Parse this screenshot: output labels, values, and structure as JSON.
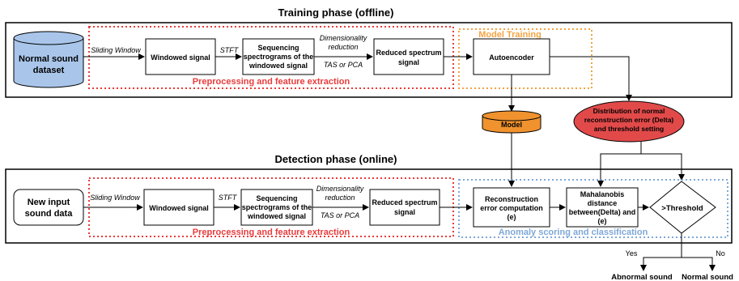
{
  "colors": {
    "dataset_fill": "#a9c6ea",
    "model_fill": "#f0922e",
    "dist_fill": "#e24a4a",
    "preproc_border": "#ea3b3b",
    "training_border": "#f4a340",
    "anomaly_border": "#7fa8d8"
  },
  "training": {
    "title": "Training phase (offline)",
    "dataset": [
      "Normal sound",
      "dataset"
    ],
    "sliding": "Sliding Window",
    "windowed": "Windowed signal",
    "stft": "STFT",
    "sequencing": [
      "Sequencing",
      "spectrograms of the",
      "windowed signal"
    ],
    "dimred": [
      "Dimensionality",
      "reduction"
    ],
    "tas": "TAS or PCA",
    "reduced": [
      "Reduced spectrum",
      "signal"
    ],
    "model_training": "Model Training",
    "autoencoder": "Autoencoder",
    "preproc_label": "Preprocessing and feature extraction"
  },
  "middle": {
    "model": "Model",
    "distribution": [
      "Distribution of normal",
      "reconstruction error (Delta)",
      "and threshold setting"
    ]
  },
  "detection": {
    "title": "Detection phase (online)",
    "input": [
      "New input",
      "sound data"
    ],
    "sliding": "Sliding Window",
    "windowed": "Windowed signal",
    "stft": "STFT",
    "sequencing": [
      "Sequencing",
      "spectrograms of the",
      "windowed signal"
    ],
    "dimred": [
      "Dimensionality",
      "reduction"
    ],
    "tas": "TAS or PCA",
    "reduced": [
      "Reduced spectrum",
      "signal"
    ],
    "reconstruction": [
      "Reconstruction",
      "error computation",
      "(e)"
    ],
    "mahalanobis": [
      "Mahalanobis",
      "distance",
      "between(Delta) and",
      "(e)"
    ],
    "threshold": ">Threshold",
    "preproc_label": "Preprocessing and feature extraction",
    "anomaly_label": "Anomaly scoring and classification",
    "yes": "Yes",
    "no": "No",
    "abnormal": "Abnormal sound",
    "normal": "Normal sound"
  }
}
